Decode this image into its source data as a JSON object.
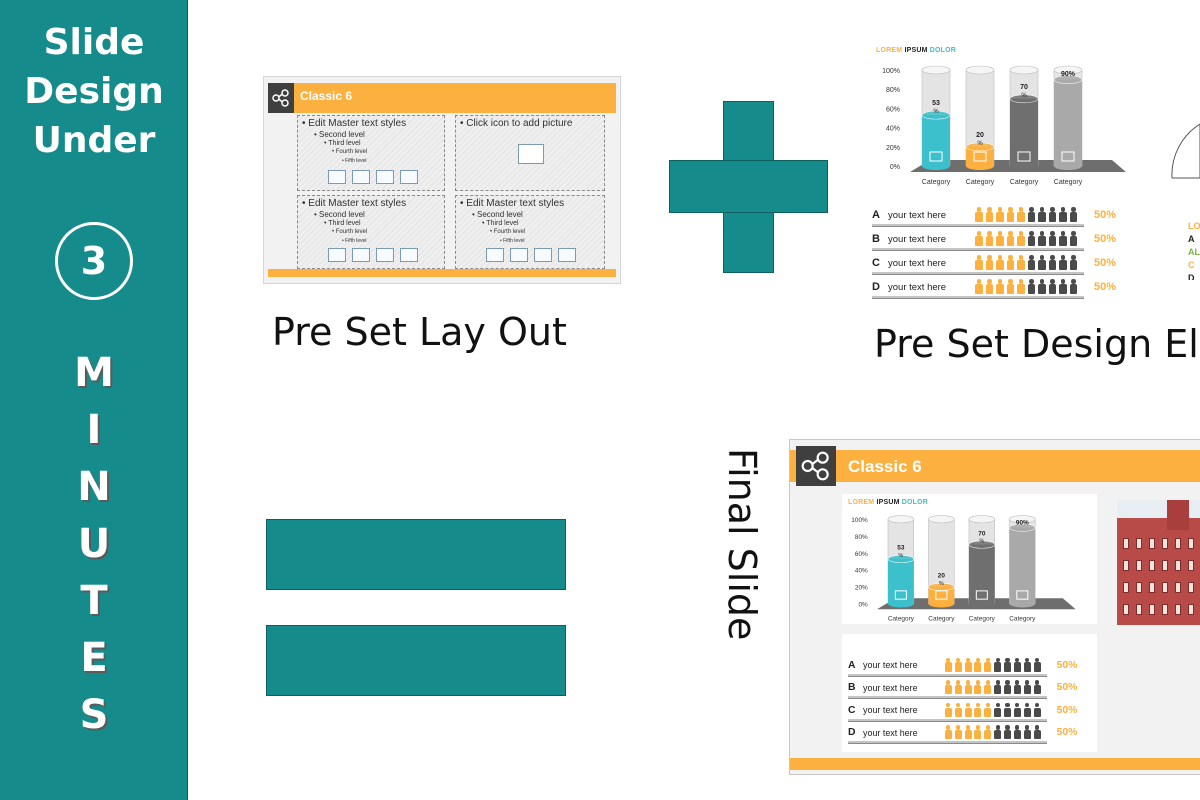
{
  "sidebar": {
    "title_lines": [
      "Slide",
      "Design",
      "Under"
    ],
    "number": "3",
    "minutes_letters": [
      "M",
      "I",
      "N",
      "U",
      "T",
      "E",
      "S"
    ]
  },
  "layout_slide": {
    "title": "Classic 6",
    "boxes": [
      {
        "text": "• Edit Master text styles",
        "sub1": "• Second level",
        "sub2": "• Third level",
        "sub3": "• Fourth level",
        "sub4": "• Fifth level"
      },
      {
        "text": "• Click icon to add picture"
      },
      {
        "text": "• Edit Master text styles",
        "sub1": "• Second level",
        "sub2": "• Third level",
        "sub3": "• Fourth level",
        "sub4": "• Fifth level"
      },
      {
        "text": "• Edit Master text styles",
        "sub1": "• Second level",
        "sub2": "• Third level",
        "sub3": "• Fourth level",
        "sub4": "• Fifth level"
      }
    ]
  },
  "captions": {
    "layout": "Pre Set Lay Out",
    "design": "Pre Set Design Ele",
    "final": "Final Slide"
  },
  "final_slide": {
    "title": "Classic 6"
  },
  "gauge_legend": [
    "LO",
    "A",
    "AL",
    "C",
    "D"
  ],
  "chart_data": [
    {
      "type": "bar",
      "title_parts": [
        "LOREM",
        "IPSUM",
        "DOLOR"
      ],
      "categories": [
        "Category",
        "Category",
        "Category",
        "Category"
      ],
      "values": [
        53,
        20,
        70,
        90
      ],
      "value_labels": [
        "53 %",
        "20 %",
        "70 %",
        "90%"
      ],
      "yticks": [
        "0%",
        "20%",
        "40%",
        "60%",
        "80%",
        "100%"
      ],
      "ylim": [
        0,
        100
      ],
      "colors": [
        "#3cc0cc",
        "#fbb040",
        "#6f6f6f",
        "#a9a9a9"
      ]
    },
    {
      "type": "table",
      "rows": [
        {
          "letter": "A",
          "text": "your text here",
          "filled": 5,
          "total": 10,
          "pct": "50%"
        },
        {
          "letter": "B",
          "text": "your text here",
          "filled": 5,
          "total": 10,
          "pct": "50%"
        },
        {
          "letter": "C",
          "text": "your text here",
          "filled": 5,
          "total": 10,
          "pct": "50%"
        },
        {
          "letter": "D",
          "text": "your text here",
          "filled": 5,
          "total": 10,
          "pct": "50%"
        }
      ],
      "colors": {
        "filled": "#fbb040",
        "empty": "#4a4a4a"
      }
    }
  ]
}
